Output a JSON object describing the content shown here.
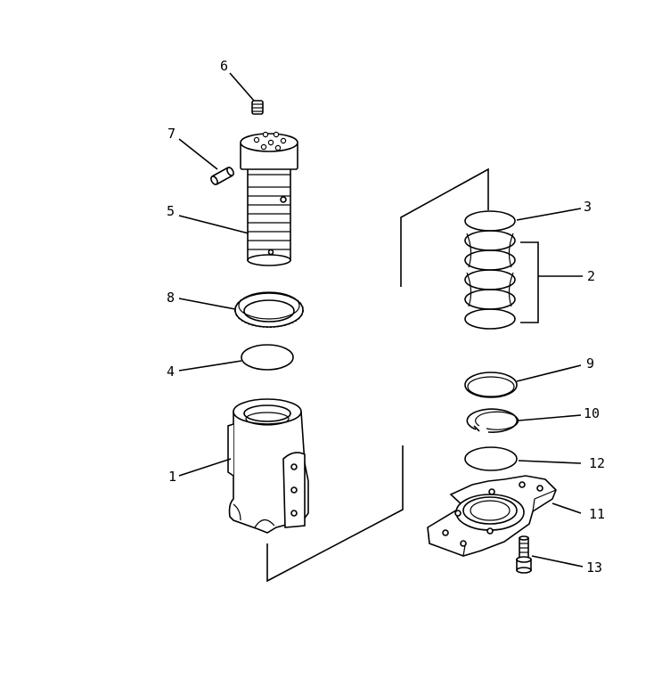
{
  "callouts": [
    {
      "id": "1",
      "text": "1"
    },
    {
      "id": "2",
      "text": "2"
    },
    {
      "id": "3",
      "text": "3"
    },
    {
      "id": "4",
      "text": "4"
    },
    {
      "id": "5",
      "text": "5"
    },
    {
      "id": "6",
      "text": "6"
    },
    {
      "id": "7",
      "text": "7"
    },
    {
      "id": "8",
      "text": "8"
    },
    {
      "id": "9",
      "text": "9"
    },
    {
      "id": "10",
      "text": "10"
    },
    {
      "id": "11",
      "text": "11"
    },
    {
      "id": "12",
      "text": "12"
    },
    {
      "id": "13",
      "text": "13"
    }
  ],
  "colors": {
    "ink": "#000000",
    "paper": "#ffffff"
  }
}
